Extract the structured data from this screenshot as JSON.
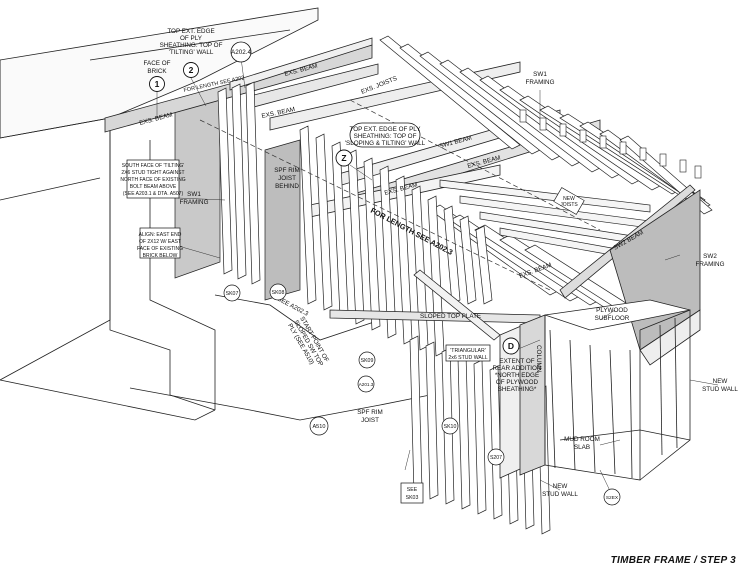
{
  "title": "TIMBER FRAME / STEP 3",
  "callouts": {
    "c1": "1",
    "c1_text": [
      "FACE OF",
      "BRICK"
    ],
    "c2": "2",
    "c2_text": [
      "TOP EXT. EDGE",
      "OF PLY",
      "SHEATHING: TOP OF",
      "'TILTING' WALL"
    ],
    "z": "Z",
    "z_text": [
      "TOP EXT. EDGE OF PLY",
      "SHEATHING: TOP OF",
      "'SLOPING & TILTING' WALL"
    ],
    "d": "D",
    "d_text": [
      "EXTENT OF",
      "REAR ADDITION",
      "*NORTH EDGE",
      "OF PLYWOOD",
      "SHEATHING*"
    ]
  },
  "sheet_refs": {
    "a2024": "A202.4",
    "sk07": "SK07",
    "sk08": "SK08",
    "sk09": "SK09",
    "sk10": "SK10",
    "a2013": "A201.3",
    "s207": "S207",
    "a510": "A510",
    "sk03_see": "SEE",
    "sk03": "SK03",
    "s2ex": "S2EX"
  },
  "beam_labels": {
    "exs_beam_top": "EXS. BEAM",
    "exs_beam_left": "EXS. BEAM",
    "exs_joists": "EXS. JOISTS",
    "exs_beam_mid": "EXS. BEAM",
    "sw1_beam": "SW1 BEAM",
    "exs_beam_low": "EXS. BEAM",
    "sw2_beam": "SW2 BEAM",
    "exs_beam_right": "EXS. BEAM",
    "sloped_top_plate": "SLOPED TOP PLATE",
    "column": "COLUMN",
    "for_length": "FOR LENGTH SEE A202.3",
    "see_a2023": "SEE A202.3",
    "for_length_small": "FOR LENGTH SEE A202"
  },
  "notes": {
    "sw1_framing_top": [
      "SW1",
      "FRAMING"
    ],
    "sw1_framing_left": [
      "SW1",
      "FRAMING"
    ],
    "sw2_framing": [
      "SW2",
      "FRAMING"
    ],
    "south_face": [
      "SOUTH FACE OF 'TILTING'",
      "2X6 STUD TIGHT AGAINST",
      "NORTH FACE OF EXISTING",
      "BOLT BEAM ABOVE",
      "(SEE A203.1 & DTA. A507)"
    ],
    "align": [
      "ALIGN: EAST END",
      "OF 2X12 W/ EAST",
      "FACE OF EXISTING",
      "BRICK BELOW"
    ],
    "spf_rim_behind": [
      "SPF RIM",
      "JOIST",
      "BEHIND"
    ],
    "spf_rim": [
      "SPF RIM",
      "JOIST"
    ],
    "start_point": [
      "START POINT OF",
      "SLOPED SW TOP",
      "PLY (SEE A510)"
    ],
    "triangular": [
      "'TRIANGULAR'",
      "2x6 STUD WALL"
    ],
    "new_joists": [
      "NEW",
      "JOISTS"
    ],
    "plywood": [
      "PLYWOOD",
      "SUBFLOOR"
    ],
    "new_stud_right": [
      "NEW",
      "STUD WALL"
    ],
    "mud_room": [
      "MUD ROOM",
      "SLAB"
    ],
    "new_stud_bottom": [
      "NEW",
      "STUD WALL"
    ]
  }
}
